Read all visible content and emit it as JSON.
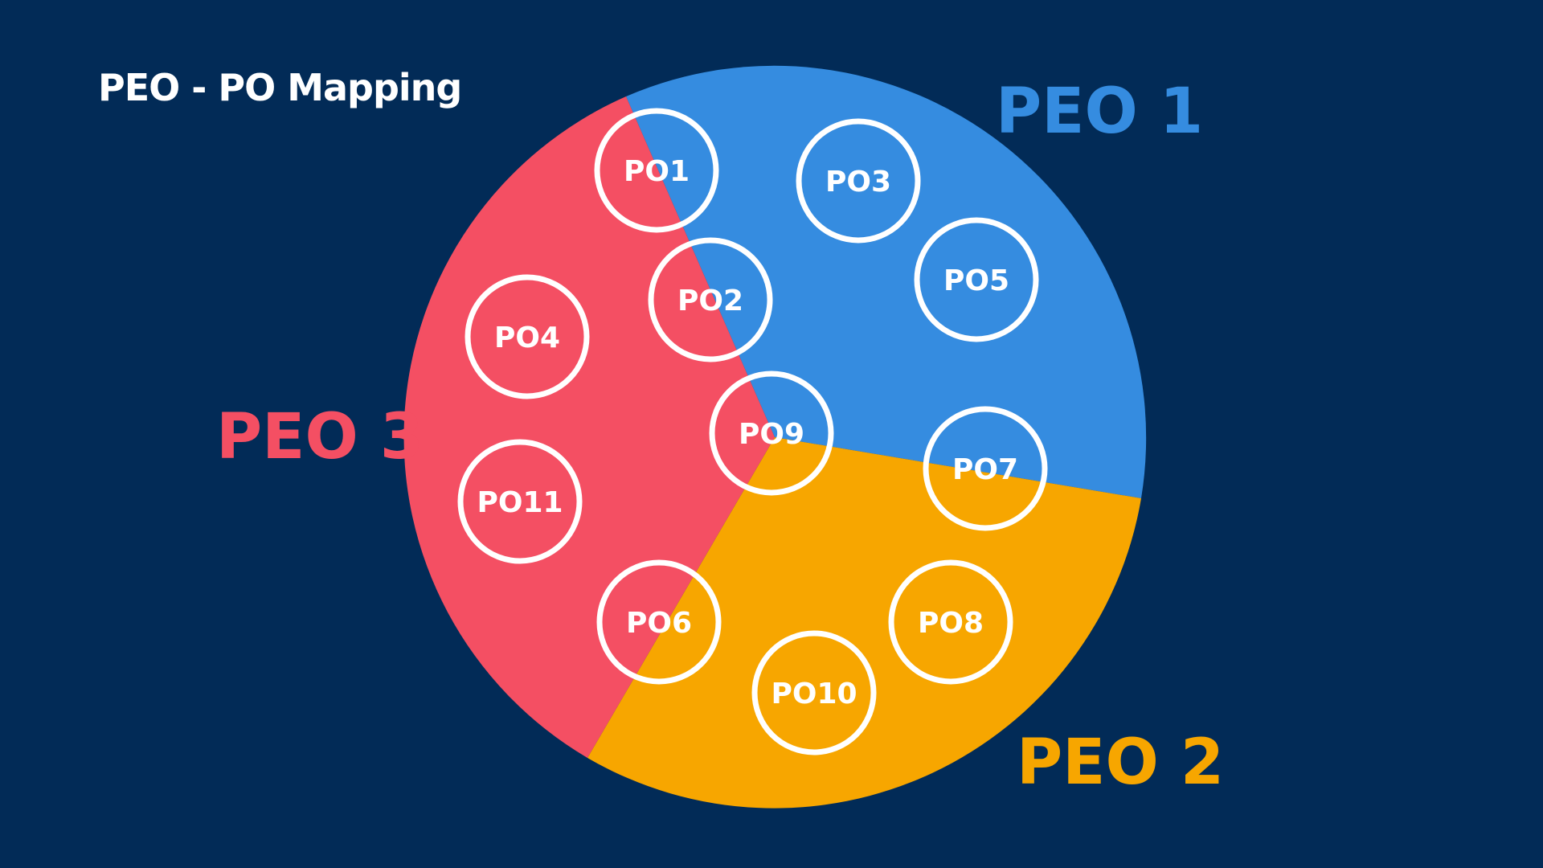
{
  "title": "PEO - PO Mapping",
  "colors": {
    "background": "#022b57",
    "peo1": "#358ce0",
    "peo2": "#f7a600",
    "peo3": "#f44f63"
  },
  "peos": [
    {
      "label": "PEO 1",
      "color": "#358ce0"
    },
    {
      "label": "PEO 2",
      "color": "#f7a600"
    },
    {
      "label": "PEO 3",
      "color": "#f44f63"
    }
  ],
  "pos": [
    "PO1",
    "PO2",
    "PO3",
    "PO4",
    "PO5",
    "PO6",
    "PO7",
    "PO8",
    "PO9",
    "PO10",
    "PO11"
  ]
}
